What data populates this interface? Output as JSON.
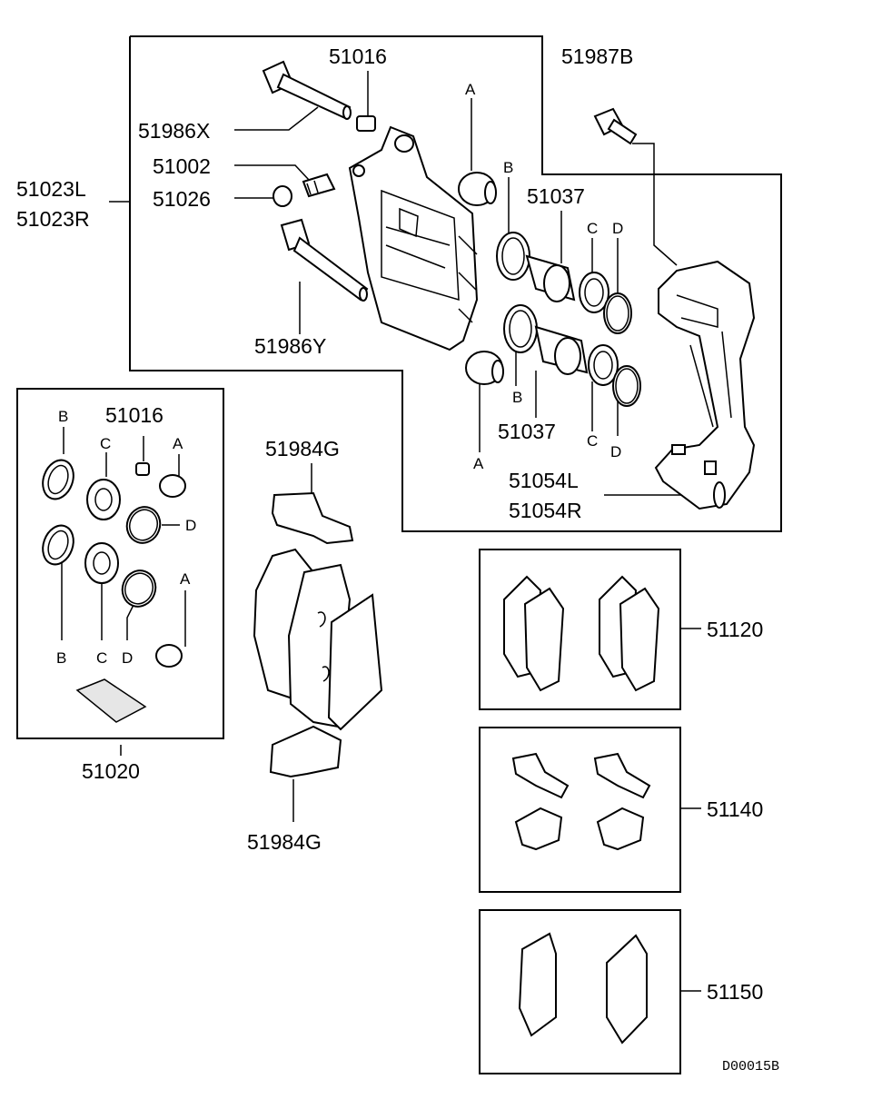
{
  "parts": {
    "p51016_top": "51016",
    "p51987B": "51987B",
    "p51986X": "51986X",
    "p51002": "51002",
    "p51026": "51026",
    "p51023L": "51023L",
    "p51023R": "51023R",
    "p51037_top": "51037",
    "p51986Y": "51986Y",
    "p51037_bot": "51037",
    "p51054L": "51054L",
    "p51054R": "51054R",
    "p51016_kit": "51016",
    "p51020": "51020",
    "p51984G_top": "51984G",
    "p51984G_bot": "51984G",
    "p51120": "51120",
    "p51140": "51140",
    "p51150": "51150"
  },
  "letters": {
    "a": "A",
    "b": "B",
    "c": "C",
    "d": "D"
  },
  "diagram_code": "D00015B"
}
